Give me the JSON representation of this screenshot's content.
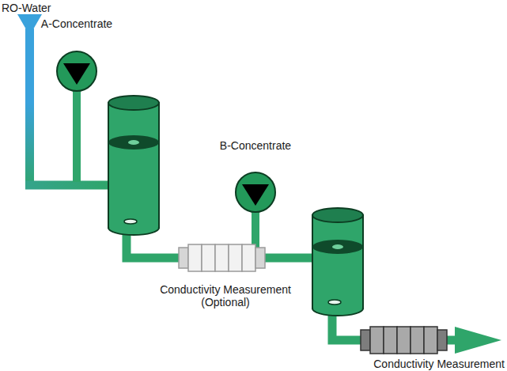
{
  "diagram": {
    "nodes": [
      {
        "text": [
          "RO-Water"
        ]
      },
      {
        "text": [
          "A-Concentrate"
        ]
      },
      {
        "text": [
          "Conductivity Measurement (Optional)"
        ]
      },
      {
        "text": [
          "B-Concentrate"
        ]
      },
      {
        "text": [
          "Conductivity Measurement"
        ]
      }
    ]
  }
}
